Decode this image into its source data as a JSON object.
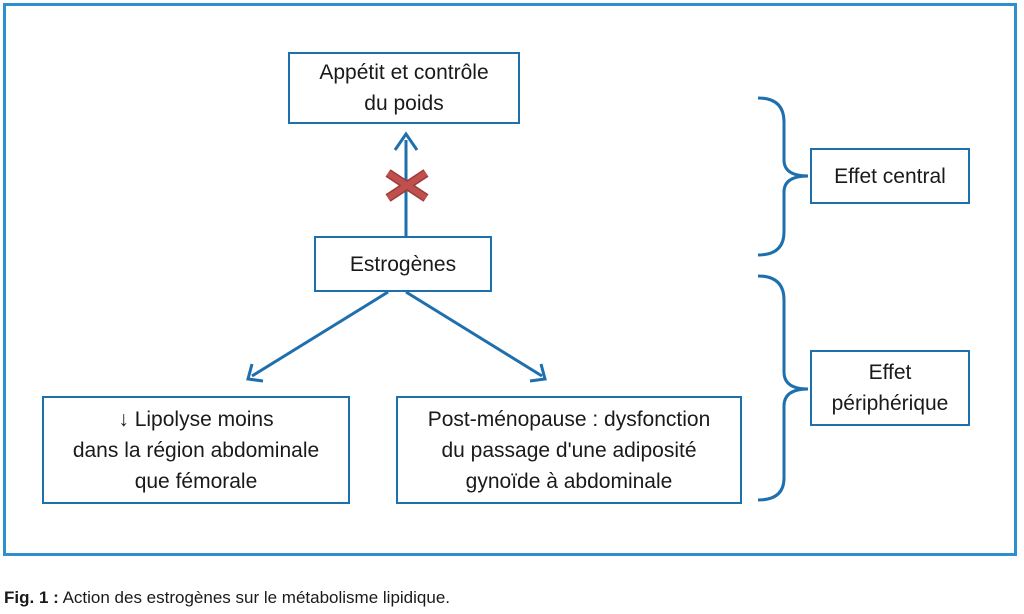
{
  "boxes": {
    "appetite": "Appétit et contrôle\ndu poids",
    "estrogens": "Estrogènes",
    "lipolysis": "↓ Lipolyse moins\ndans la région abdominale\nque fémorale",
    "postmenopause": "Post-ménopause : dysfonction\ndu passage d'une adiposité\ngynoïde à abdominale",
    "central_effect": "Effet central",
    "peripheral_effect": "Effet\npériphérique"
  },
  "caption": {
    "label": "Fig. 1 :",
    "text": " Action des estrogènes sur le métabolisme lipidique."
  },
  "colors": {
    "frame": "#2e8fce",
    "box_border": "#1e6fad",
    "arrow": "#1e6fad",
    "cross": "#c0504d"
  },
  "icons": {
    "blocked": "cross-x-icon"
  }
}
